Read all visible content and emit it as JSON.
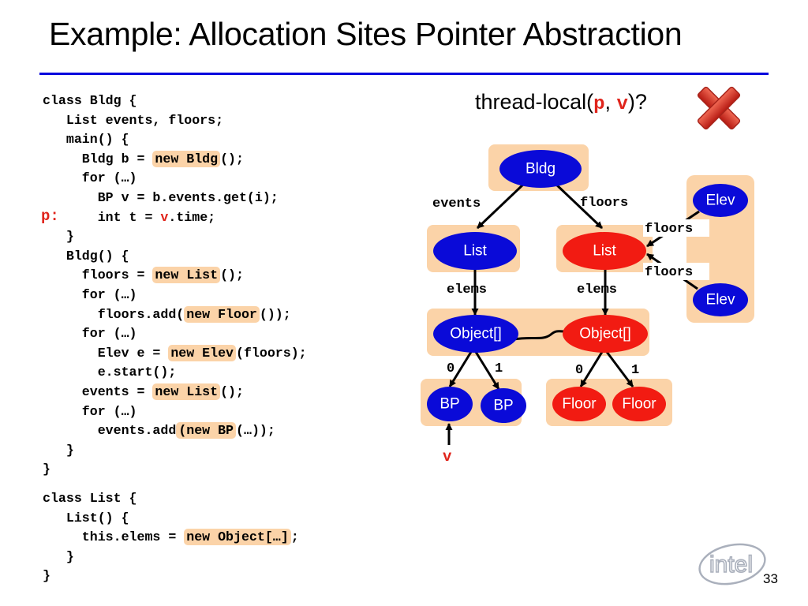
{
  "slide": {
    "title": "Example: Allocation Sites Pointer Abstraction",
    "page_number": "33",
    "logo_text": "intel"
  },
  "code": {
    "bldg_lines": [
      "class Bldg {",
      "List events, floors;",
      "main() {",
      "Bldg b = ",
      "new Bldg",
      "();",
      "for (…)",
      "BP v = b.events.get(i);",
      "int t = ",
      "v",
      ".time;",
      "}",
      "Bldg() {",
      "floors = ",
      "new List",
      "();",
      "for (…)",
      "floors.add(",
      "new Floor",
      "());",
      "for (…)",
      "Elev e = ",
      "new Elev",
      "(floors);",
      "e.start();",
      "events = ",
      "new List",
      "();",
      "for (…)",
      "events.add",
      "(new BP",
      "(…));",
      "}",
      "}"
    ],
    "p_marker": "p:",
    "list_lines": [
      "class List {",
      "List() {",
      "this.elems = ",
      "new Object[…]",
      ";",
      "}",
      "}"
    ]
  },
  "question": {
    "prefix": "thread-local(",
    "var1": "p",
    "sep": ", ",
    "var2": "v",
    "suffix": ")?",
    "answer_icon": "red-x-icon"
  },
  "graph": {
    "nodes": {
      "bldg": "Bldg",
      "list_events": "List",
      "list_floors": "List",
      "elev_top": "Elev",
      "elev_bottom": "Elev",
      "object_left": "Object[]",
      "object_right": "Object[]",
      "bp1": "BP",
      "bp2": "BP",
      "floor1": "Floor",
      "floor2": "Floor"
    },
    "edge_labels": {
      "events": "events",
      "floors": "floors",
      "elev_floors_top": "floors",
      "elev_floors_bottom": "floors",
      "elems_left": "elems",
      "elems_right": "elems",
      "left_idx0": "0",
      "left_idx1": "1",
      "right_idx0": "0",
      "right_idx1": "1"
    },
    "pointer_label": "v",
    "colors": {
      "blue_node": "#0a0ad8",
      "red_node": "#f21b12",
      "region": "#fbd3a8",
      "title_rule": "#0000dd",
      "highlight_red": "#e0241b"
    }
  }
}
